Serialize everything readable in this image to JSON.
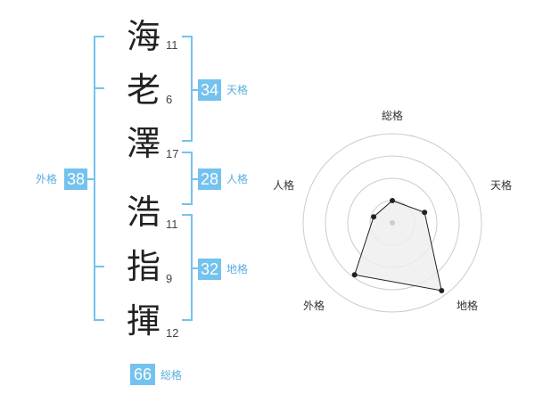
{
  "name": {
    "characters": [
      {
        "char": "海",
        "strokes": "11"
      },
      {
        "char": "老",
        "strokes": "6"
      },
      {
        "char": "澤",
        "strokes": "17"
      },
      {
        "char": "浩",
        "strokes": "11"
      },
      {
        "char": "指",
        "strokes": "9"
      },
      {
        "char": "揮",
        "strokes": "12"
      }
    ]
  },
  "fortune": {
    "tenkaku": {
      "value": "34",
      "label": "天格"
    },
    "jinkaku": {
      "value": "28",
      "label": "人格"
    },
    "chikaku": {
      "value": "32",
      "label": "地格"
    },
    "gaikaku": {
      "value": "38",
      "label": "外格"
    },
    "soukaku": {
      "value": "66",
      "label": "総格"
    }
  },
  "radar": {
    "labels": {
      "top": "総格",
      "right": "天格",
      "bottom_right": "地格",
      "bottom_left": "外格",
      "left": "人格"
    },
    "levels": 4,
    "scores": [
      0.25,
      0.38,
      0.94,
      0.72,
      0.22
    ],
    "colors": {
      "fill": "#eeeeee",
      "line": "#222222",
      "grid": "#cccccc",
      "center": "#cccccc"
    }
  }
}
